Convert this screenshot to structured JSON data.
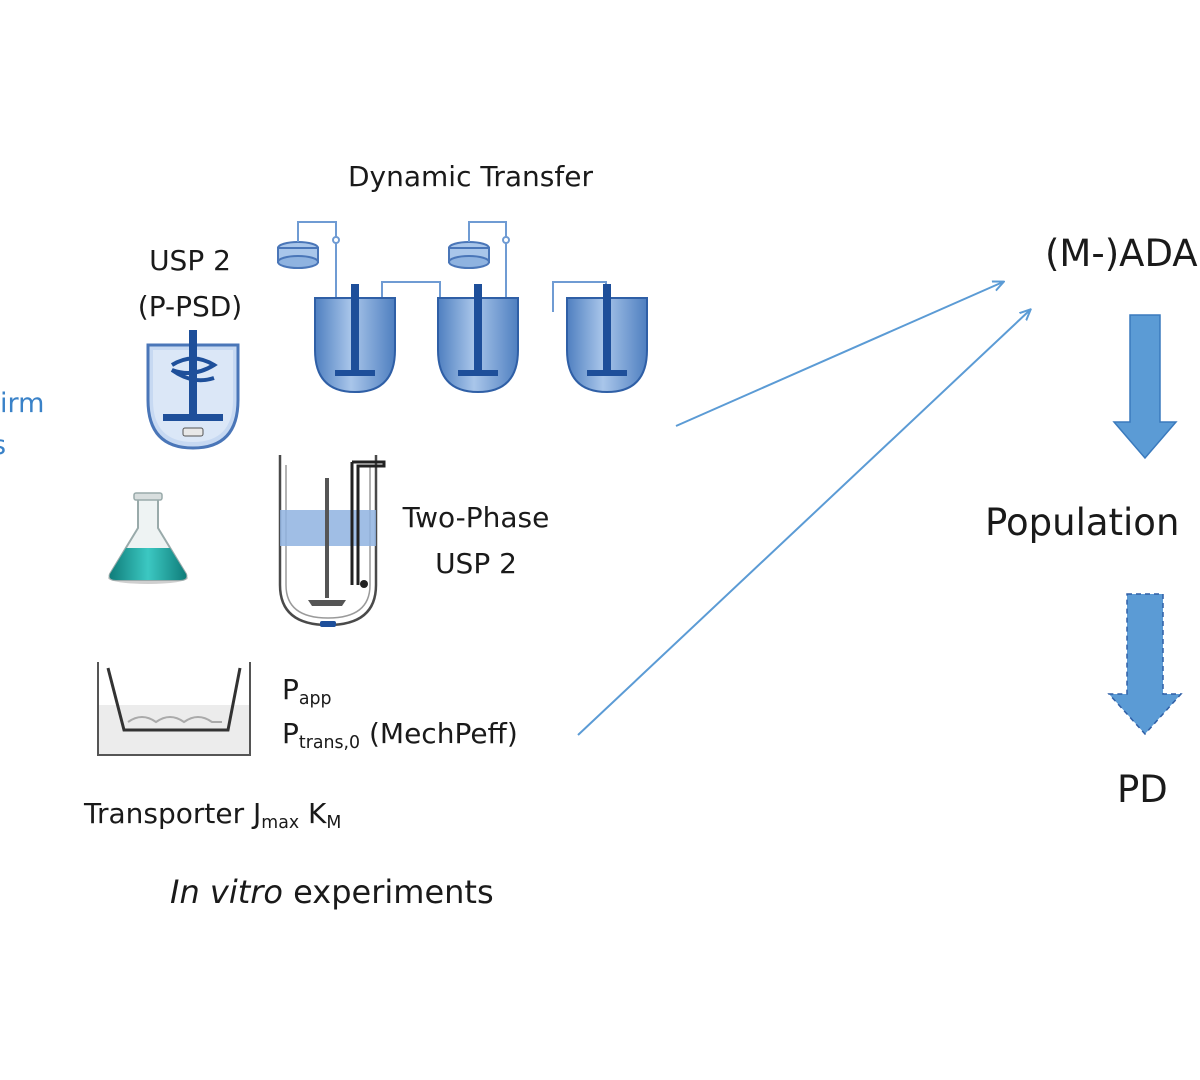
{
  "colors": {
    "accent": "#3a82c8",
    "vessel_fill": "#7fa8d8",
    "vessel_dark": "#1e4f9a",
    "arrow": "#5b9bd5",
    "flask_liquid": "#1fa3a0",
    "text": "#1a1a1a"
  },
  "left_edge": {
    "line1": "irm",
    "line2": "s"
  },
  "dynamic_transfer": {
    "title": "Dynamic Transfer"
  },
  "usp2_ppsd": {
    "line1": "USP 2",
    "line2": "(P-PSD)"
  },
  "two_phase": {
    "line1": "Two-Phase",
    "line2": "USP 2"
  },
  "permeability": {
    "papp_base": "P",
    "papp_sub": "app",
    "ptrans_base": "P",
    "ptrans_sub": "trans,0",
    "ptrans_suffix": " (MechPeff)"
  },
  "transporter": {
    "prefix": "Transporter J",
    "jmax_sub": "max",
    "k_base": " K",
    "km_sub": "M"
  },
  "in_vitro": {
    "italic": "In vitro",
    "rest": " experiments"
  },
  "right_column": {
    "madam": "(M-)ADA",
    "population": "Population",
    "pd": "PD"
  },
  "icons": {
    "vessel": "dissolution-vessel-icon",
    "flask": "erlenmeyer-flask-icon",
    "two_phase": "two-phase-vessel-icon",
    "transwell": "transwell-insert-icon",
    "arrow_down": "arrow-down-icon",
    "arrow_down_dashed": "dashed-arrow-down-icon"
  }
}
